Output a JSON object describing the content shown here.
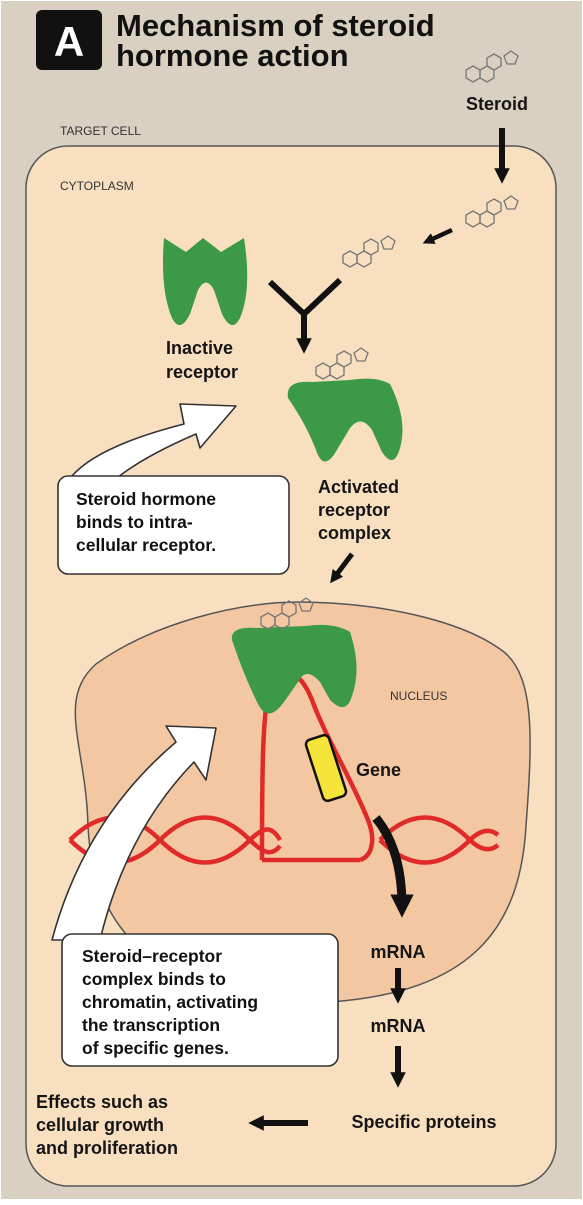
{
  "header": {
    "letter": "A",
    "title_line1": "Mechanism of steroid",
    "title_line2": "hormone action"
  },
  "labels": {
    "steroid": "Steroid",
    "target_cell": "TARGET CELL",
    "cytoplasm": "CYTOPLASM",
    "inactive_receptor_1": "Inactive",
    "inactive_receptor_2": "receptor",
    "activated_1": "Activated",
    "activated_2": "receptor",
    "activated_3": "complex",
    "nucleus": "NUCLEUS",
    "gene": "Gene",
    "mrna_nucleus": "mRNA",
    "mrna_cytoplasm": "mRNA",
    "specific_proteins": "Specific proteins",
    "effects_1": "Effects such as",
    "effects_2": "cellular growth",
    "effects_3": "and proliferation"
  },
  "callouts": {
    "binding": [
      "Steroid hormone",
      "binds to intra-",
      "cellular receptor."
    ],
    "chromatin": [
      "Steroid–receptor",
      "complex binds to",
      "chromatin, activating",
      "the transcription",
      "of specific genes."
    ]
  },
  "colors": {
    "frame": "#d9d0c2",
    "cell": "#f8dfc0",
    "nucleus": "#f3c7a2",
    "receptor": "#3c9a46",
    "dna": "#e02a2a",
    "gene": "#f5e43a"
  }
}
